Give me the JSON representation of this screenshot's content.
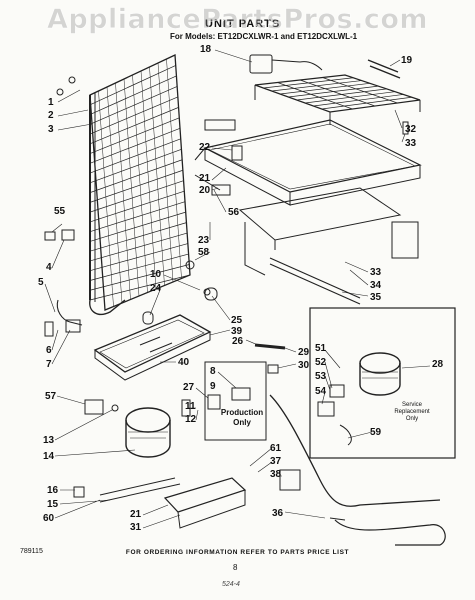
{
  "watermark": "AppliancePartsPros.com",
  "header": {
    "title": "UNIT PARTS",
    "models": "For Models: ET12DCXLWR-1 and ET12DCXLWL-1"
  },
  "callouts": [
    {
      "id": "c1",
      "label": "1"
    },
    {
      "id": "c2",
      "label": "2"
    },
    {
      "id": "c3",
      "label": "3"
    },
    {
      "id": "c55",
      "label": "55"
    },
    {
      "id": "c4",
      "label": "4"
    },
    {
      "id": "c5",
      "label": "5"
    },
    {
      "id": "c6",
      "label": "6"
    },
    {
      "id": "c7",
      "label": "7"
    },
    {
      "id": "c57",
      "label": "57"
    },
    {
      "id": "c13",
      "label": "13"
    },
    {
      "id": "c14",
      "label": "14"
    },
    {
      "id": "c16",
      "label": "16"
    },
    {
      "id": "c15",
      "label": "15"
    },
    {
      "id": "c60",
      "label": "60"
    },
    {
      "id": "c18",
      "label": "18"
    },
    {
      "id": "c19",
      "label": "19"
    },
    {
      "id": "c32",
      "label": "32"
    },
    {
      "id": "c33a",
      "label": "33"
    },
    {
      "id": "c22",
      "label": "22"
    },
    {
      "id": "c21a",
      "label": "21"
    },
    {
      "id": "c20",
      "label": "20"
    },
    {
      "id": "c56",
      "label": "56"
    },
    {
      "id": "c23",
      "label": "23"
    },
    {
      "id": "c58",
      "label": "58"
    },
    {
      "id": "c33b",
      "label": "33"
    },
    {
      "id": "c34",
      "label": "34"
    },
    {
      "id": "c35",
      "label": "35"
    },
    {
      "id": "c10",
      "label": "10"
    },
    {
      "id": "c24",
      "label": "24"
    },
    {
      "id": "c25",
      "label": "25"
    },
    {
      "id": "c39",
      "label": "39"
    },
    {
      "id": "c26",
      "label": "26"
    },
    {
      "id": "c29",
      "label": "29"
    },
    {
      "id": "c30",
      "label": "30"
    },
    {
      "id": "c40",
      "label": "40"
    },
    {
      "id": "c27",
      "label": "27"
    },
    {
      "id": "c8",
      "label": "8"
    },
    {
      "id": "c9",
      "label": "9"
    },
    {
      "id": "c11",
      "label": "11"
    },
    {
      "id": "c12",
      "label": "12"
    },
    {
      "id": "c28",
      "label": "28"
    },
    {
      "id": "c51",
      "label": "51"
    },
    {
      "id": "c52",
      "label": "52"
    },
    {
      "id": "c53",
      "label": "53"
    },
    {
      "id": "c54",
      "label": "54"
    },
    {
      "id": "c59",
      "label": "59"
    },
    {
      "id": "c61",
      "label": "61"
    },
    {
      "id": "c37",
      "label": "37"
    },
    {
      "id": "c38",
      "label": "38"
    },
    {
      "id": "c36",
      "label": "36"
    },
    {
      "id": "c21b",
      "label": "21"
    },
    {
      "id": "c31",
      "label": "31"
    }
  ],
  "notes": {
    "production_only": "Production\nOnly",
    "service_replacement": "Service\nReplacement\nOnly"
  },
  "footer": {
    "order_info": "FOR ORDERING INFORMATION REFER TO PARTS PRICE LIST",
    "page_number": "8",
    "ref_code": "789115",
    "handwritten": "524-4"
  }
}
